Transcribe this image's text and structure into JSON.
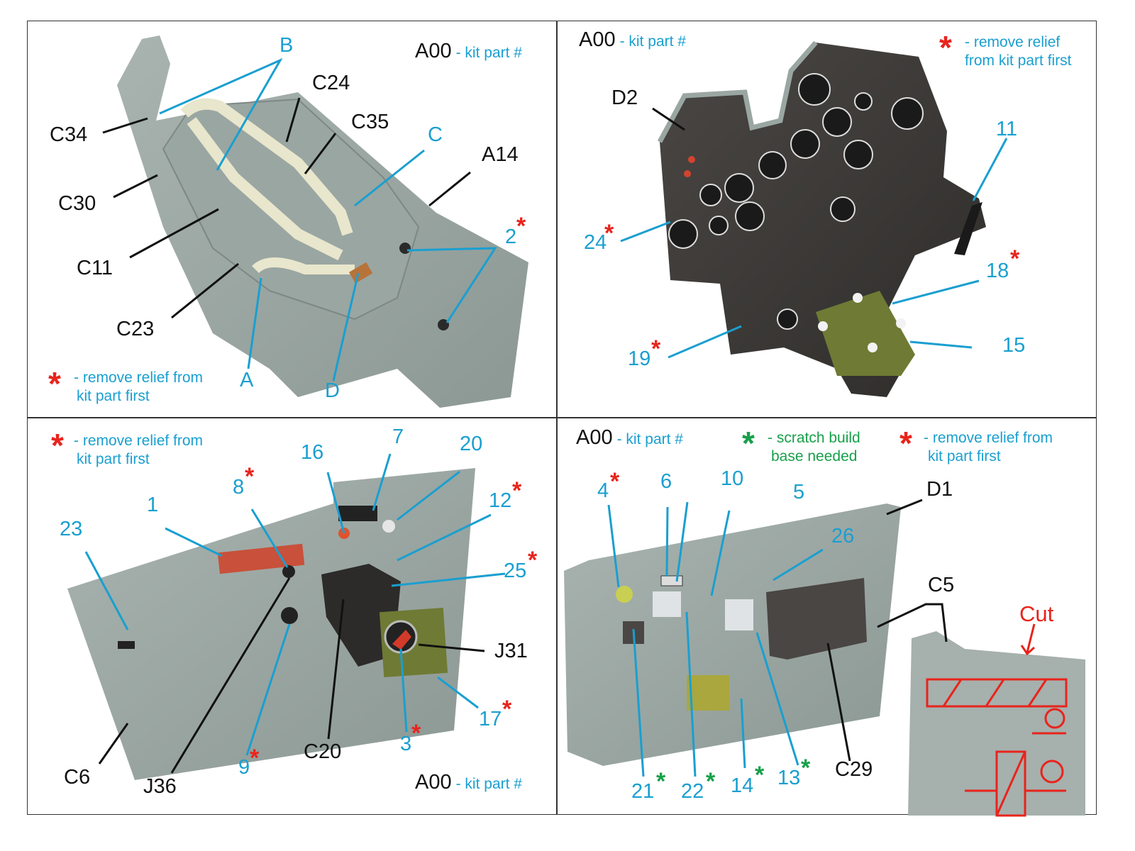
{
  "legend": {
    "kit_part_code": "A00",
    "kit_part_text": "- kit part #",
    "remove_relief_text_line1": "- remove relief from",
    "remove_relief_text_line2": "kit part first",
    "remove_relief_alt_line1": "- remove relief",
    "remove_relief_alt_line2": "from kit part first",
    "scratch_build_line1": "- scratch build",
    "scratch_build_line2": "base needed",
    "star_glyph": "*",
    "colors": {
      "kit_part": "#111111",
      "photo_etch_part": "#1a9fd0",
      "remove_relief": "#e8241c",
      "scratch_build": "#17a04a"
    }
  },
  "panels": [
    {
      "id": "seat",
      "kit_labels": [
        "C34",
        "C24",
        "C35",
        "C30",
        "C11",
        "C23",
        "A14"
      ],
      "part_labels": [
        {
          "text": "B"
        },
        {
          "text": "C"
        },
        {
          "text": "A"
        },
        {
          "text": "D"
        },
        {
          "text": "2",
          "star": "red"
        }
      ]
    },
    {
      "id": "instrument-panel",
      "kit_labels": [
        "D2"
      ],
      "part_labels": [
        {
          "text": "11"
        },
        {
          "text": "24",
          "star": "red"
        },
        {
          "text": "18",
          "star": "red"
        },
        {
          "text": "15"
        },
        {
          "text": "19",
          "star": "red"
        }
      ]
    },
    {
      "id": "left-sidewall",
      "kit_labels": [
        "J31",
        "C6",
        "J36",
        "C20"
      ],
      "part_labels": [
        {
          "text": "16"
        },
        {
          "text": "7"
        },
        {
          "text": "20"
        },
        {
          "text": "8",
          "star": "red"
        },
        {
          "text": "1"
        },
        {
          "text": "12",
          "star": "red"
        },
        {
          "text": "23"
        },
        {
          "text": "25",
          "star": "red"
        },
        {
          "text": "17",
          "star": "red"
        },
        {
          "text": "3",
          "star": "red"
        },
        {
          "text": "9",
          "star": "red"
        }
      ]
    },
    {
      "id": "right-sidewall",
      "kit_labels": [
        "D1",
        "C5",
        "C29"
      ],
      "part_labels": [
        {
          "text": "4",
          "star": "red"
        },
        {
          "text": "6"
        },
        {
          "text": "10"
        },
        {
          "text": "5"
        },
        {
          "text": "26"
        },
        {
          "text": "21",
          "star": "green"
        },
        {
          "text": "22",
          "star": "green"
        },
        {
          "text": "14",
          "star": "green"
        },
        {
          "text": "13",
          "star": "green"
        }
      ],
      "cut_label": "Cut"
    }
  ]
}
